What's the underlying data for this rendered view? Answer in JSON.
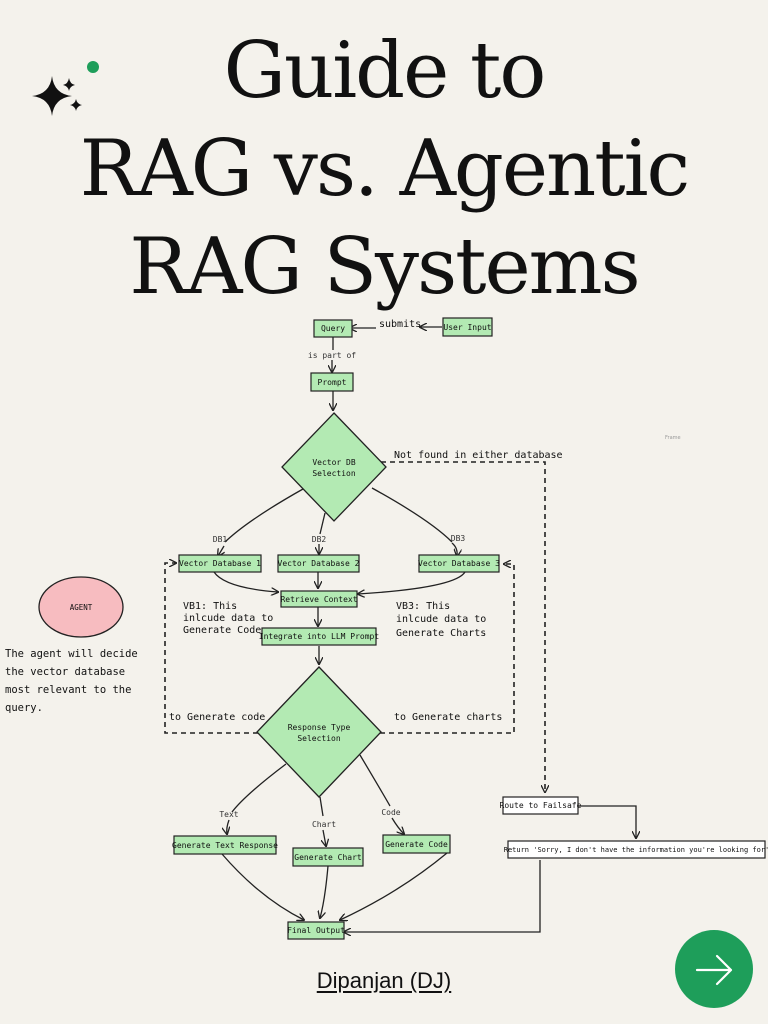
{
  "title": {
    "line1": "Guide to",
    "line2": "RAG vs. Agentic",
    "line3": "RAG Systems"
  },
  "diagram": {
    "nodes": {
      "user_input": "User Input",
      "query": "Query",
      "prompt": "Prompt",
      "vector_db_selection_line1": "Vector DB",
      "vector_db_selection_line2": "Selection",
      "vdb1": "Vector Database 1",
      "vdb2": "Vector Database 2",
      "vdb3": "Vector Database 3",
      "retrieve_context": "Retrieve Context",
      "integrate_prompt": "Integrate into LLM Prompt",
      "response_type_line1": "Response Type",
      "response_type_line2": "Selection",
      "gen_text": "Generate Text Response",
      "gen_chart": "Generate Chart",
      "gen_code": "Generate Code",
      "final_output": "Final Output",
      "route_failsafe": "Route to Failsafe",
      "return_sorry": "Return 'Sorry, I don't have the information you're looking for'",
      "agent": "AGENT"
    },
    "edge_labels": {
      "submits": "submits",
      "is_part_of": "is part of",
      "not_found": "Not found in either database",
      "db1": "DB1",
      "db2": "DB2",
      "db3": "DB3",
      "text": "Text",
      "chart": "Chart",
      "code": "Code",
      "to_generate_code": "to Generate code",
      "to_generate_charts": "to Generate charts"
    },
    "notes": {
      "vb1_line1": "VB1: This",
      "vb1_line2": "inlcude data to",
      "vb1_line3": "Generate Code",
      "vb3_line1": "VB3: This",
      "vb3_line2": "inlcude data to",
      "vb3_line3": "Generate Charts",
      "agent_line1": "The agent will decide",
      "agent_line2": "the vector database",
      "agent_line3": "most relevant to the",
      "agent_line4": "query.",
      "frame_label": "Frame"
    }
  },
  "footer": {
    "author": "Dipanjan (DJ)"
  },
  "colors": {
    "background": "#f4f2ec",
    "node_fill": "#b3eab3",
    "agent_fill": "#f7bcc0",
    "next_button": "#1e9e5a",
    "dot": "#1e9e5a"
  },
  "icons": {
    "sparkle": "sparkle-icon",
    "next": "arrow-right-icon"
  }
}
